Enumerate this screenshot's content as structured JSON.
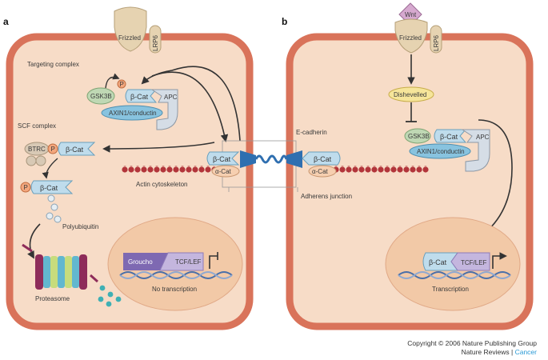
{
  "panel_a": {
    "label": "a",
    "frizzled": "Frizzled",
    "lrp6": "LRP6",
    "targeting_complex": "Targeting complex",
    "gsk3b": "GSK3B",
    "p": "P",
    "beta_cat": "β-Cat",
    "apc": "APC",
    "axin": "AXIN1/conductin",
    "scf_complex": "SCF complex",
    "btrc": "BTRC",
    "polyubiquitin": "Polyubiquitin",
    "proteasome": "Proteasome",
    "groucho": "Groucho",
    "tcf_lef": "TCF/LEF",
    "no_transcription": "No transcription",
    "actin": "Actin cytoskeleton",
    "alpha_cat": "α-Cat"
  },
  "junction": {
    "e_cadherin": "E-cadherin",
    "adherens": "Adherens junction",
    "beta_cat": "β-Cat",
    "alpha_cat": "α-Cat"
  },
  "panel_b": {
    "label": "b",
    "wnt": "Wnt",
    "frizzled": "Frizzled",
    "lrp6": "LRP6",
    "dishevelled": "Dishevelled",
    "gsk3b": "GSK3B",
    "beta_cat": "β-Cat",
    "apc": "APC",
    "axin": "AXIN1/conductin",
    "tcf_lef": "TCF/LEF",
    "transcription": "Transcription"
  },
  "footer": {
    "copyright": "Copyright © 2006 Nature Publishing Group",
    "journal": "Nature Reviews",
    "separator": "|",
    "section": "Cancer"
  },
  "colors": {
    "cell_fill": "#f7dcc7",
    "cell_border": "#d9735a",
    "nucleus": "#f2c9a7",
    "beta_cat": "#bfdcec",
    "apc": "#d5dde6",
    "axin": "#88c3df",
    "gsk3b": "#bfd8b4",
    "phospho": "#f3a77d",
    "dishevelled": "#f6e59a",
    "wnt": "#d6a9cf",
    "groucho": "#7e69b2",
    "tcf": "#c4b6de",
    "actin": "#b2353a",
    "alpha_cat": "#f6cfb0",
    "cancer_blue": "#2a9ad6"
  }
}
